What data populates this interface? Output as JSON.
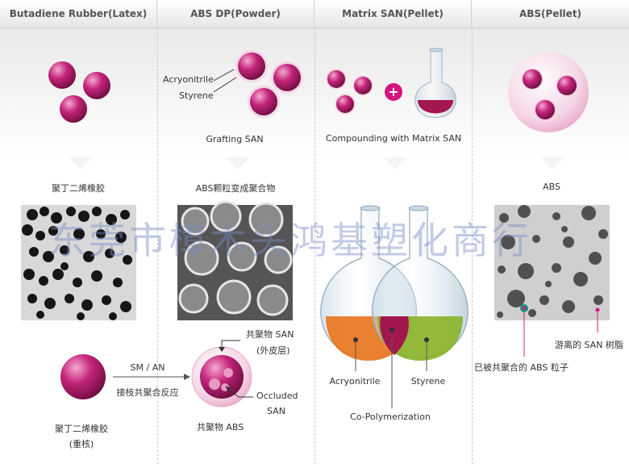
{
  "headers": [
    "Butadiene Rubber(Latex)",
    "ABS DP(Powder)",
    "Matrix SAN(Pellet)",
    "ABS(Pellet)"
  ],
  "top": {
    "acryonitrile": "Acryonitrile",
    "styrene": "Styrene",
    "grafting": "Grafting SAN",
    "compounding": "Compounding with Matrix SAN"
  },
  "captions": {
    "c1": "聚丁二烯橡胶",
    "c2": "ABS颗粒变成聚合物",
    "c4": "ABS"
  },
  "watermark": "东莞市樟木头鸿基塑化商行",
  "bottom": {
    "sm_an": "SM / AN",
    "graft_reaction": "接枝共聚合反应",
    "pbr_label": "聚丁二烯橡胶",
    "pbr_sub": "(重核)",
    "copolymer_san": "共聚物 SAN",
    "shell": "(外皮层)",
    "occluded": "Occluded",
    "san": "SAN",
    "copolymer_abs": "共聚物 ABS",
    "flask_acryonitrile": "Acryonitrile",
    "flask_styrene": "Styrene",
    "copolymerization": "Co-Polymerization",
    "free_san": "游离的  SAN 树脂",
    "grafted_abs": "已被共聚合的  ABS 粒子"
  },
  "colors": {
    "magenta": "#b5176e",
    "orange": "#e8761e",
    "green": "#8ab42a",
    "pink_bubble": "#f3c6dc"
  }
}
